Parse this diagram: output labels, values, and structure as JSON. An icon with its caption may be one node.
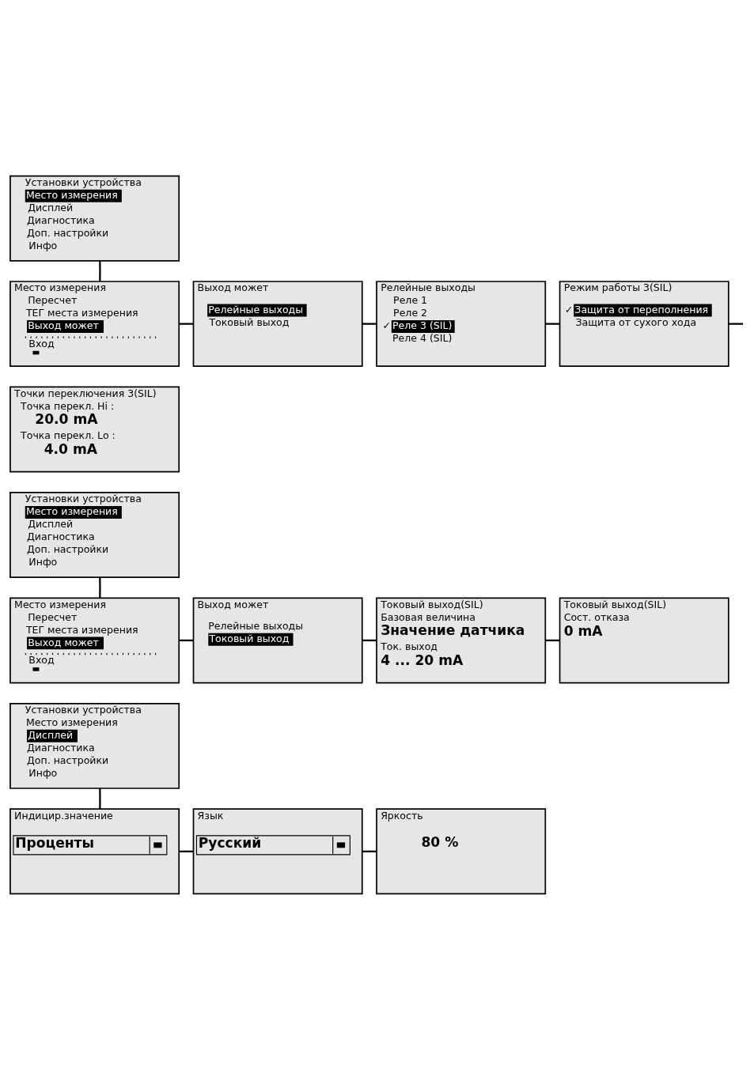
{
  "diagram": {
    "nodes": [
      {
        "text": [
          "Установки устройства",
          "Место измерения",
          "Дисплей",
          "Диагностика",
          "Доп. настройки",
          "Инфо"
        ]
      },
      {
        "text": [
          "Место измерения",
          "Пересчет",
          "ТЕГ места измерения",
          "Выход может",
          "Вход"
        ]
      },
      {
        "text": [
          "Выход может",
          "Релейные выходы",
          "Токовый выход"
        ]
      },
      {
        "text": [
          "Релейные выходы",
          "Реле 1",
          "Реле 2",
          "✓",
          "Реле 3 (SIL)",
          "Реле 4 (SIL)"
        ]
      },
      {
        "text": [
          "Режим работы 3(SIL)",
          "✓",
          "Защита от переполнения",
          "Защита от сухого хода"
        ]
      },
      {
        "text": [
          "Точки переключения 3(SIL)",
          "Точка перекл. Hi :",
          "20.0 mA",
          "Точка перекл. Lo :",
          "4.0 mA"
        ]
      },
      {
        "text": [
          "Установки устройства",
          "Место измерения",
          "Дисплей",
          "Диагностика",
          "Доп. настройки",
          "Инфо"
        ]
      },
      {
        "text": [
          "Место измерения",
          "Пересчет",
          "ТЕГ места измерения",
          "Выход может",
          "Вход"
        ]
      },
      {
        "text": [
          "Выход может",
          "Релейные выходы",
          "Токовый выход"
        ]
      },
      {
        "text": [
          "Токовый выход(SIL)",
          "Базовая величина",
          "Значение датчика",
          "Ток. выход",
          "4 ... 20 mA"
        ]
      },
      {
        "text": [
          "Токовый выход(SIL)",
          "Сост. отказа",
          "0 mA"
        ]
      },
      {
        "text": [
          "Установки устройства",
          "Место измерения",
          "Дисплей",
          "Диагностика",
          "Доп. настройки",
          "Инфо"
        ]
      },
      {
        "text": [
          "Индицир.значение",
          "Проценты"
        ]
      },
      {
        "text": [
          "Язык",
          "Русский"
        ]
      },
      {
        "text": [
          "Яркость",
          "80 %"
        ]
      }
    ],
    "edges": [
      {
        "from": 0,
        "to": 1,
        "arrow": "none"
      },
      {
        "from": 1,
        "to": 2,
        "arrow": "none"
      },
      {
        "from": 2,
        "to": 3,
        "arrow": "none"
      },
      {
        "from": 3,
        "to": 4,
        "arrow": "none"
      },
      {
        "from": 4,
        "to": null,
        "arrow": "none"
      },
      {
        "from": 6,
        "to": 7,
        "arrow": "none"
      },
      {
        "from": 7,
        "to": 8,
        "arrow": "none"
      },
      {
        "from": 8,
        "to": 9,
        "arrow": "none"
      },
      {
        "from": 9,
        "to": 10,
        "arrow": "none"
      },
      {
        "from": 11,
        "to": 12,
        "arrow": "none"
      },
      {
        "from": 12,
        "to": 13,
        "arrow": "none"
      },
      {
        "from": 13,
        "to": 14,
        "arrow": "none"
      }
    ]
  }
}
